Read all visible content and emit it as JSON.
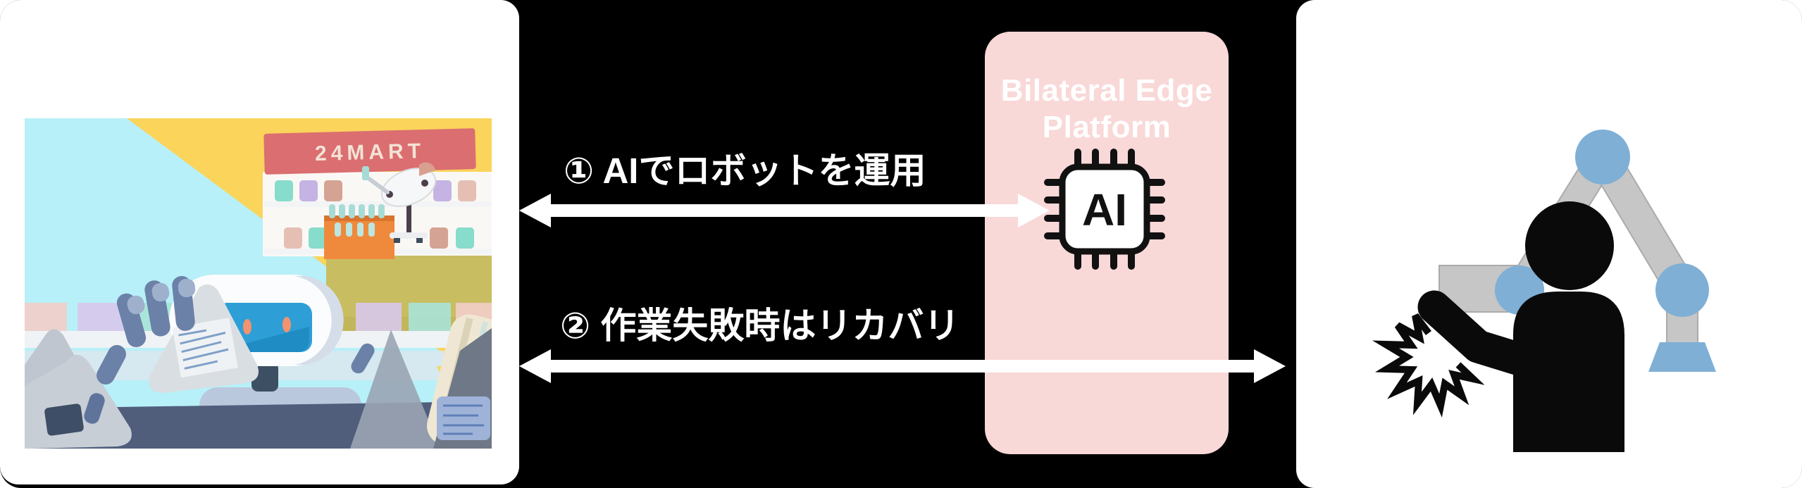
{
  "diagram": {
    "background": "#000000",
    "store_panel": {
      "sign_text": "24MART",
      "scene": "convenience store with service robot at counter holding rice ball, stocking robot at shelves"
    },
    "platform_box": {
      "title_line1": "Bilateral Edge",
      "title_line2": "Platform",
      "chip_label": "AI",
      "background": "#F9D8D8",
      "title_color": "#FFFFFF"
    },
    "flows": {
      "flow1_label": "① AIでロボットを運用",
      "flow2_label": "② 作業失敗時はリカバリ",
      "arrow_color": "#FFFFFF"
    },
    "operator_panel": {
      "joint_color": "#7FAFD5",
      "arm_color": "#C6C6C6",
      "silhouette_color": "#0A0A0A",
      "scene": "human operator silhouette grabbing collaborative robot arm, impact burst symbol"
    }
  }
}
